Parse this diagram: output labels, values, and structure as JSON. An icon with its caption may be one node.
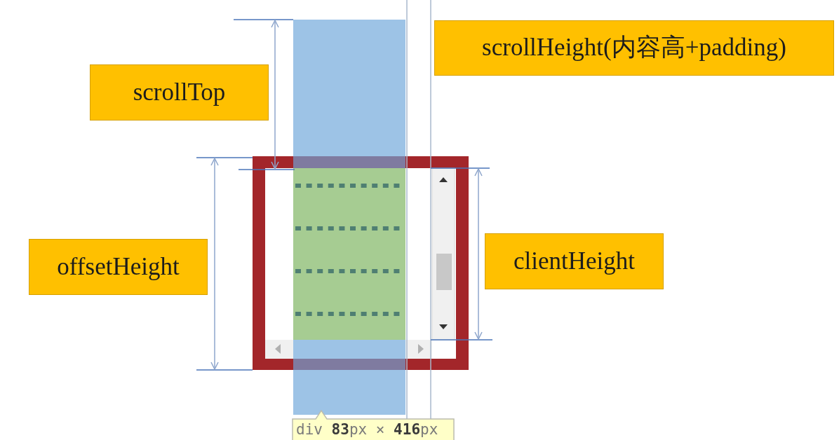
{
  "diagram": {
    "nodes": [
      {
        "text": [
          "scrollHeight(内容高+padding)"
        ]
      },
      {
        "text": [
          "scrollTop"
        ]
      },
      {
        "text": [
          "offsetHeight"
        ]
      },
      {
        "text": [
          "clientHeight"
        ]
      },
      {
        "text": [
          "div **83**px × **416**px"
        ]
      }
    ]
  }
}
